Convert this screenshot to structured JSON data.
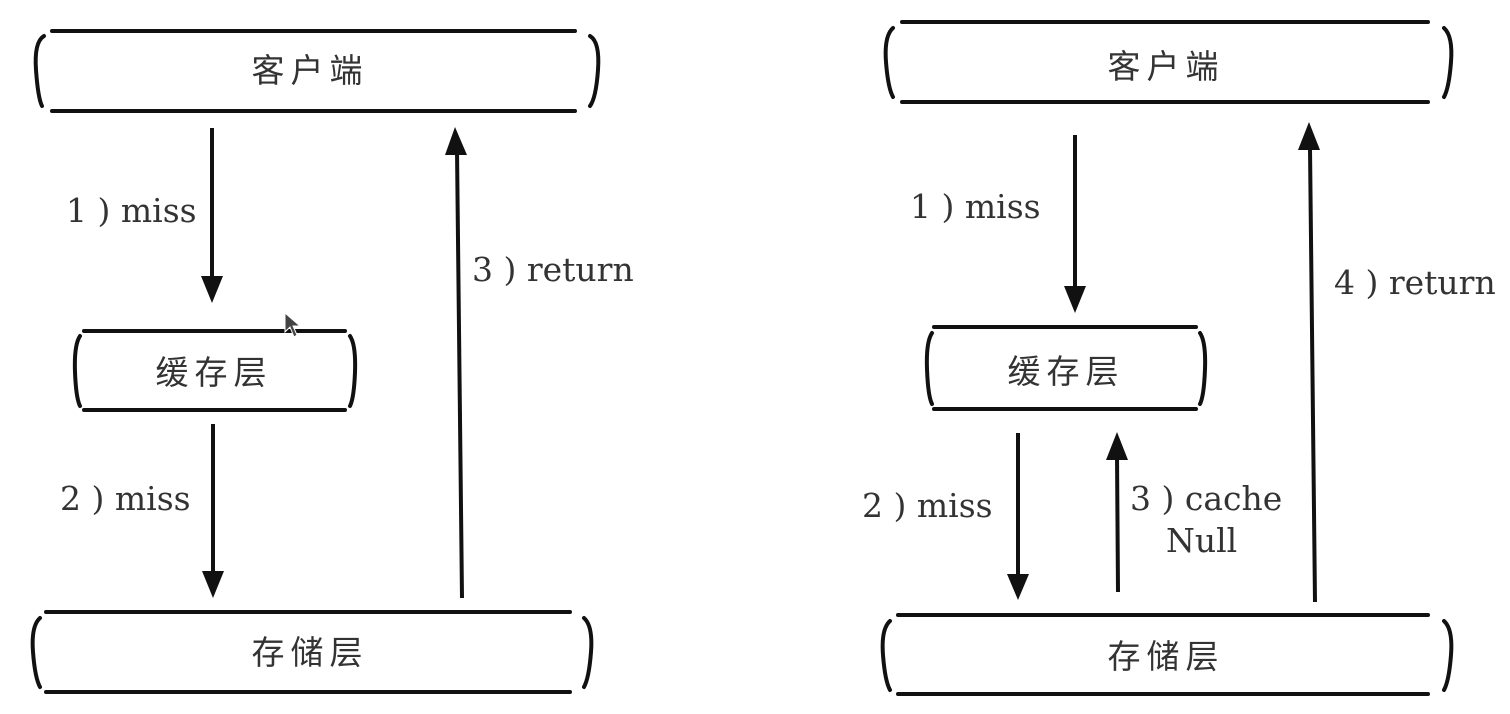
{
  "left": {
    "client": "客户端",
    "cache": "缓存层",
    "storage": "存储层",
    "step1": "1 ) miss",
    "step2": "2 ) miss",
    "step3": "3 ) return"
  },
  "right": {
    "client": "客户端",
    "cache": "缓存层",
    "storage": "存储层",
    "step1": "1 ) miss",
    "step2": "2 ) miss",
    "step3_line1": "3 ) cache",
    "step3_line2": "Null",
    "step4": "4 ) return"
  }
}
